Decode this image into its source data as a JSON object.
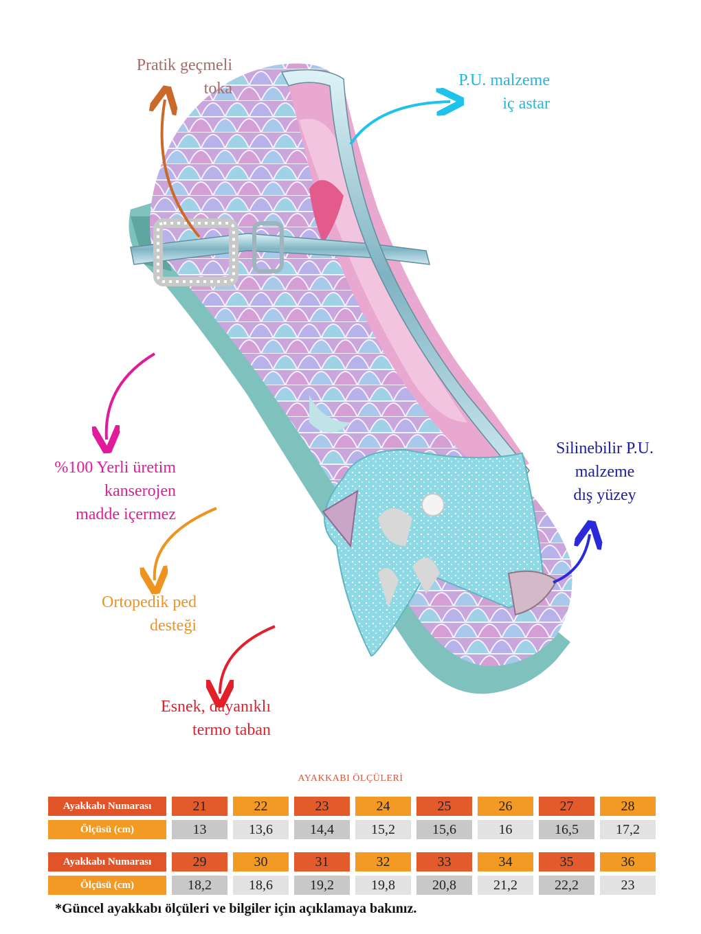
{
  "callouts": {
    "buckle": {
      "lines": [
        "Pratik geçmeli",
        "toka"
      ],
      "color": "#a86a63"
    },
    "lining": {
      "lines": [
        "P.U. malzeme",
        "iç astar"
      ],
      "color": "#1fb8e3"
    },
    "local": {
      "lines": [
        "%100 Yerli üretim",
        "kanserojen",
        "madde içermez"
      ],
      "color": "#e01c9a"
    },
    "outer": {
      "lines": [
        "Silinebilir P.U.",
        "malzeme",
        "dış yüzey"
      ],
      "color": "#1c1ca8"
    },
    "orthopedic": {
      "lines": [
        "Ortopedik ped",
        "desteği"
      ],
      "color": "#ec9320"
    },
    "sole": {
      "lines": [
        "Esnek, dayanıklı",
        "termo taban"
      ],
      "color": "#e3202a"
    }
  },
  "size_chart": {
    "title": "AYAKKABI ÖLÇÜLERİ",
    "row_label_size": "Ayakkabı Numarası",
    "row_label_cm": "Ölçüsü (cm)",
    "groups": [
      {
        "sizes": [
          "21",
          "22",
          "23",
          "24",
          "25",
          "26",
          "27",
          "28"
        ],
        "cm": [
          "13",
          "13,6",
          "14,4",
          "15,2",
          "15,6",
          "16",
          "16,5",
          "17,2"
        ]
      },
      {
        "sizes": [
          "29",
          "30",
          "31",
          "32",
          "33",
          "34",
          "35",
          "36"
        ],
        "cm": [
          "18,2",
          "18,6",
          "19,2",
          "19,8",
          "20,8",
          "21,2",
          "22,2",
          "23"
        ]
      }
    ]
  },
  "footnote": "*Güncel ayakkabı ölçüleri ve bilgiler için açıklamaya bakınız."
}
